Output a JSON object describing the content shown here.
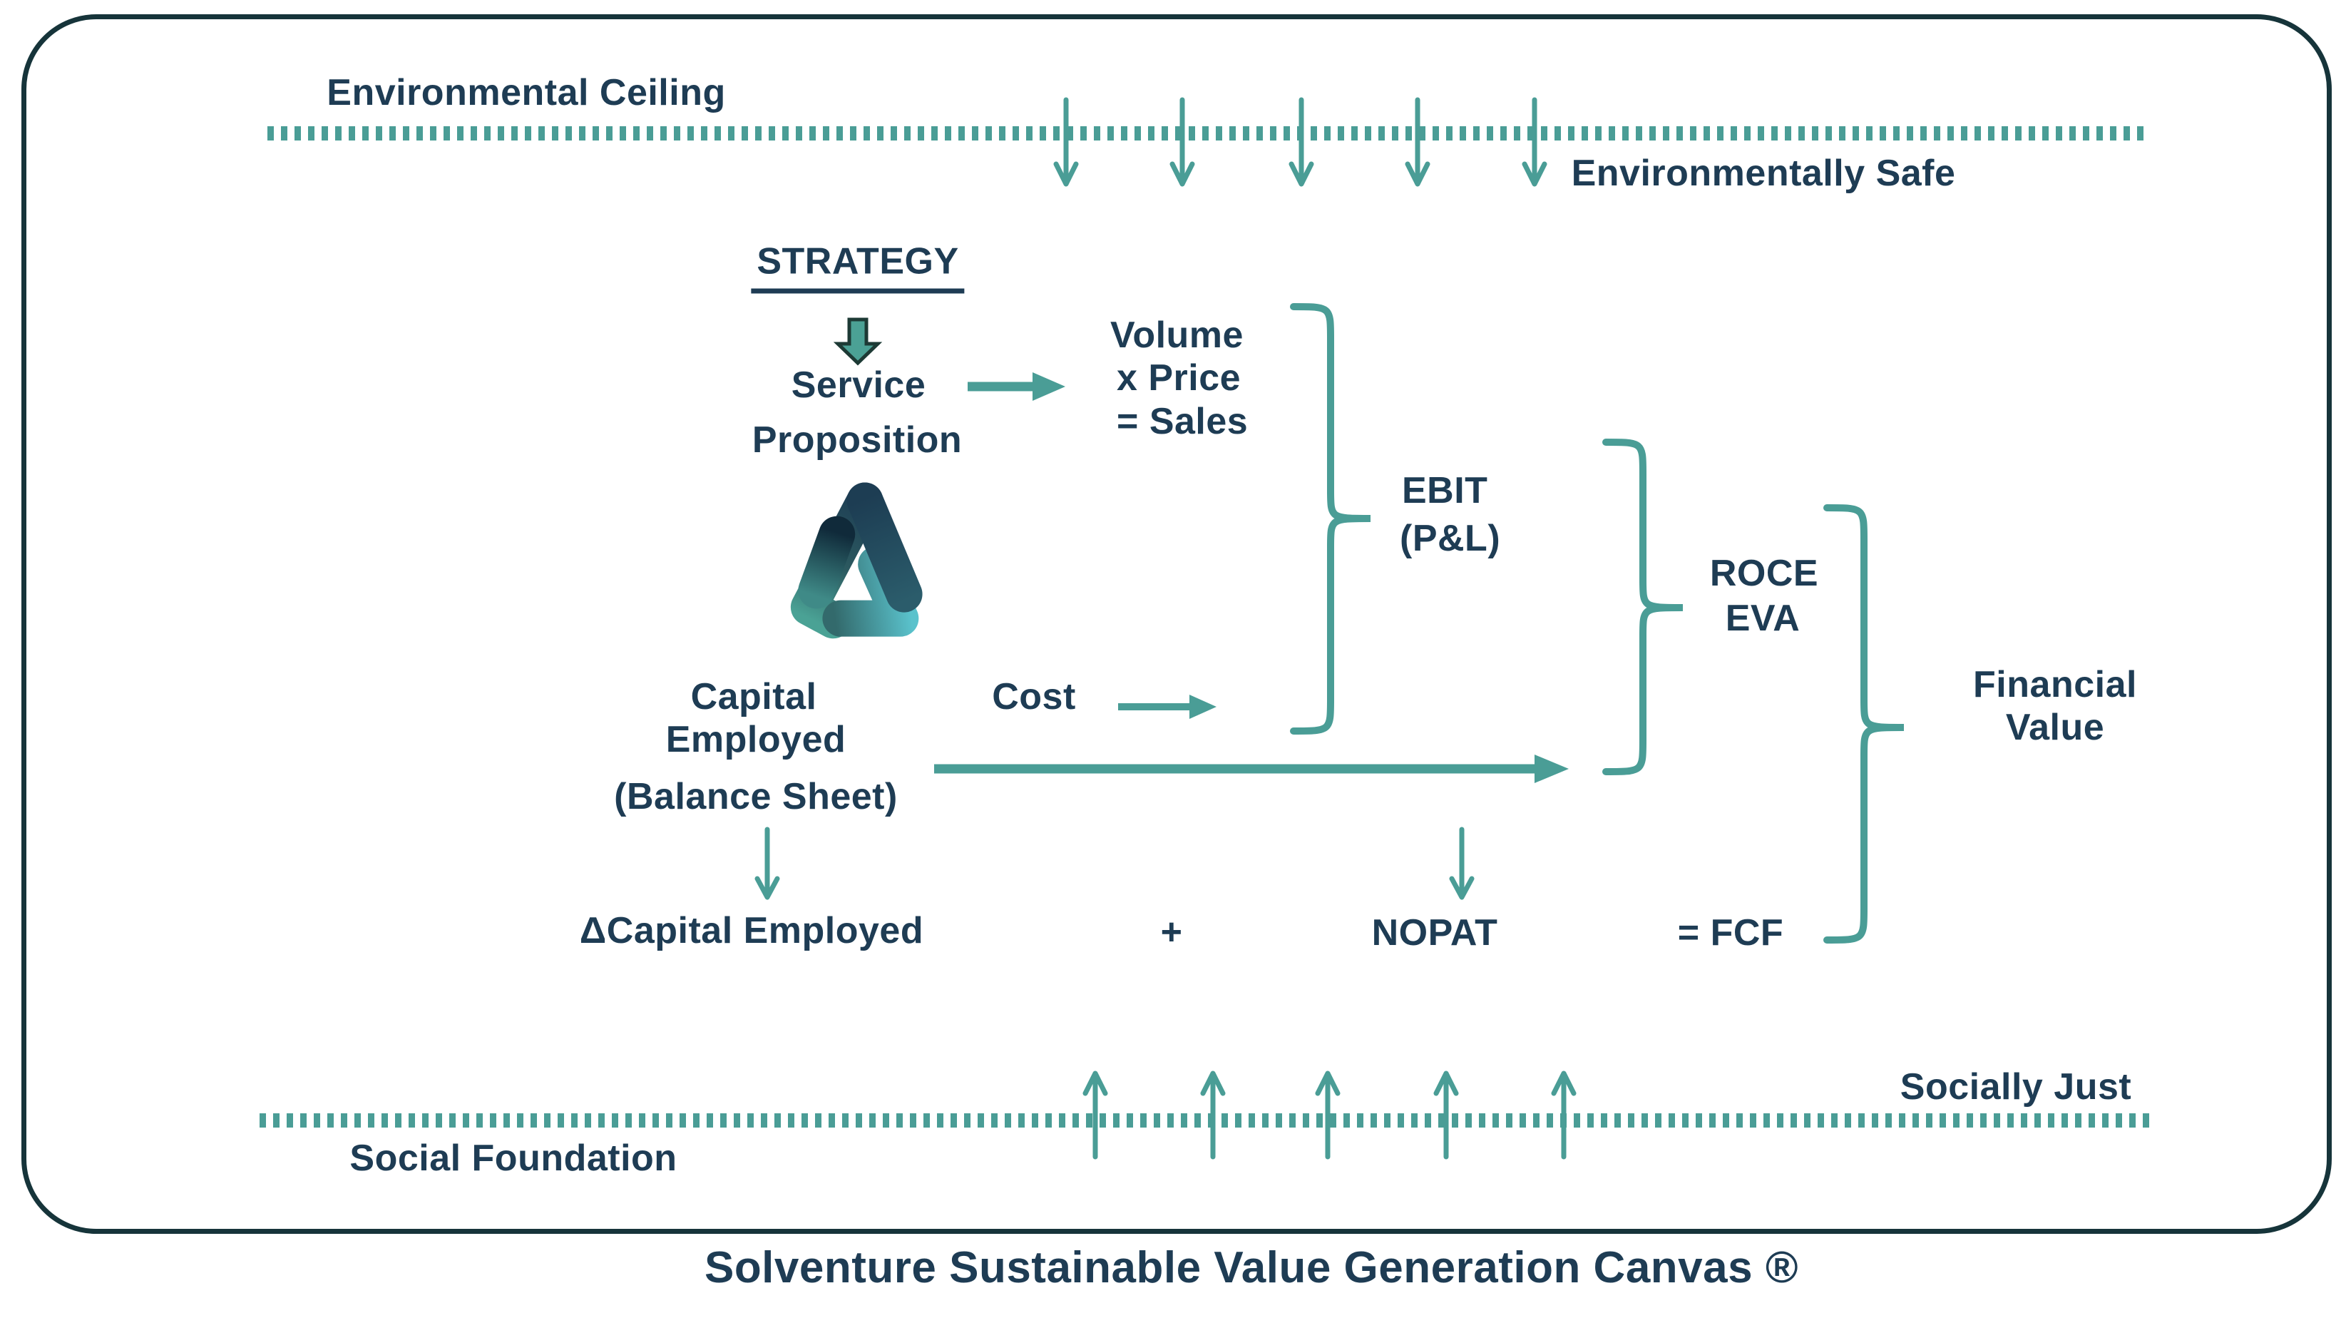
{
  "diagram": {
    "title": "Solventure Sustainable Value Generation Canvas ®",
    "colors": {
      "text_navy": "#1e3c54",
      "teal": "#4a9d96",
      "block_arrow_fill": "#4ba195",
      "block_arrow_outline": "#1d3a35",
      "frame_border": "#16343a",
      "logo_navy": "#1d3d53",
      "logo_deep": "#102a3a",
      "logo_green": "#4aa295",
      "logo_cyan": "#5ac2cc"
    },
    "environmental": {
      "ceiling_label": "Environmental Ceiling",
      "safe_label": "Environmentally Safe"
    },
    "social": {
      "foundation_label": "Social Foundation",
      "just_label": "Socially Just"
    },
    "strategy": {
      "heading": "STRATEGY",
      "service_line1": "Service",
      "service_line2": "Proposition"
    },
    "sales_block": {
      "line1": "Volume",
      "line2": "x Price",
      "line3": "= Sales"
    },
    "capital_block": {
      "line1": "Capital",
      "line2": "Employed",
      "line3": "(Balance Sheet)"
    },
    "cost_label": "Cost",
    "ebit_block": {
      "line1": "EBIT",
      "line2": "(P&L)"
    },
    "roce_block": {
      "line1": "ROCE",
      "line2": "EVA"
    },
    "financial_block": {
      "line1": "Financial",
      "line2": "Value"
    },
    "fcf_row": {
      "delta_capital": "ΔCapital Employed",
      "plus": "+",
      "nopat": "NOPAT",
      "fcf": "= FCF"
    }
  }
}
